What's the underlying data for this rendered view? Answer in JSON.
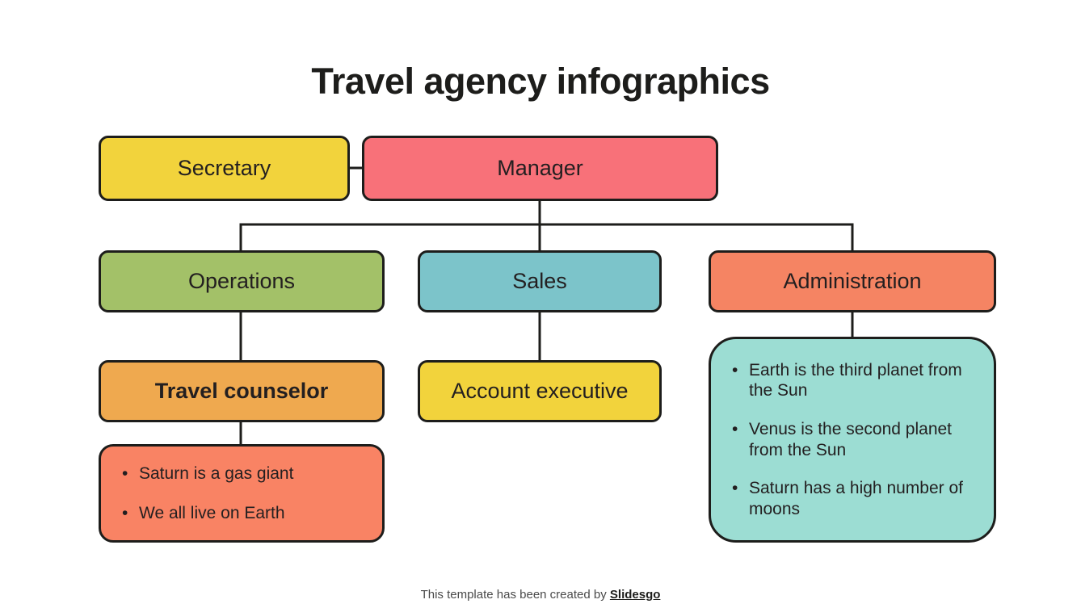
{
  "slide": {
    "title": "Travel agency infographics",
    "background_color": "#FFFFFF"
  },
  "org_chart": {
    "nodes": {
      "secretary": {
        "label": "Secretary",
        "color": "#F2D33C"
      },
      "manager": {
        "label": "Manager",
        "color": "#F87179"
      },
      "operations": {
        "label": "Operations",
        "color": "#A3C168"
      },
      "sales": {
        "label": "Sales",
        "color": "#7CC4CA"
      },
      "administration": {
        "label": "Administration",
        "color": "#F58463"
      },
      "travel_counselor": {
        "label": "Travel counselor",
        "color": "#EFA94F"
      },
      "account_executive": {
        "label": "Account executive",
        "color": "#F2D33C"
      }
    },
    "notes": {
      "operations_notes": {
        "color": "#F98364",
        "bullets": [
          "Saturn is a gas giant",
          "We all live on Earth"
        ]
      },
      "administration_notes": {
        "color": "#9CDDD3",
        "bullets": [
          "Earth is the third planet from the Sun",
          "Venus is the second planet from the Sun",
          "Saturn has a high number of moons"
        ]
      }
    },
    "connector_color": "#1D1D1B"
  },
  "footer": {
    "text": "This template has been created by ",
    "brand": "Slidesgo"
  }
}
